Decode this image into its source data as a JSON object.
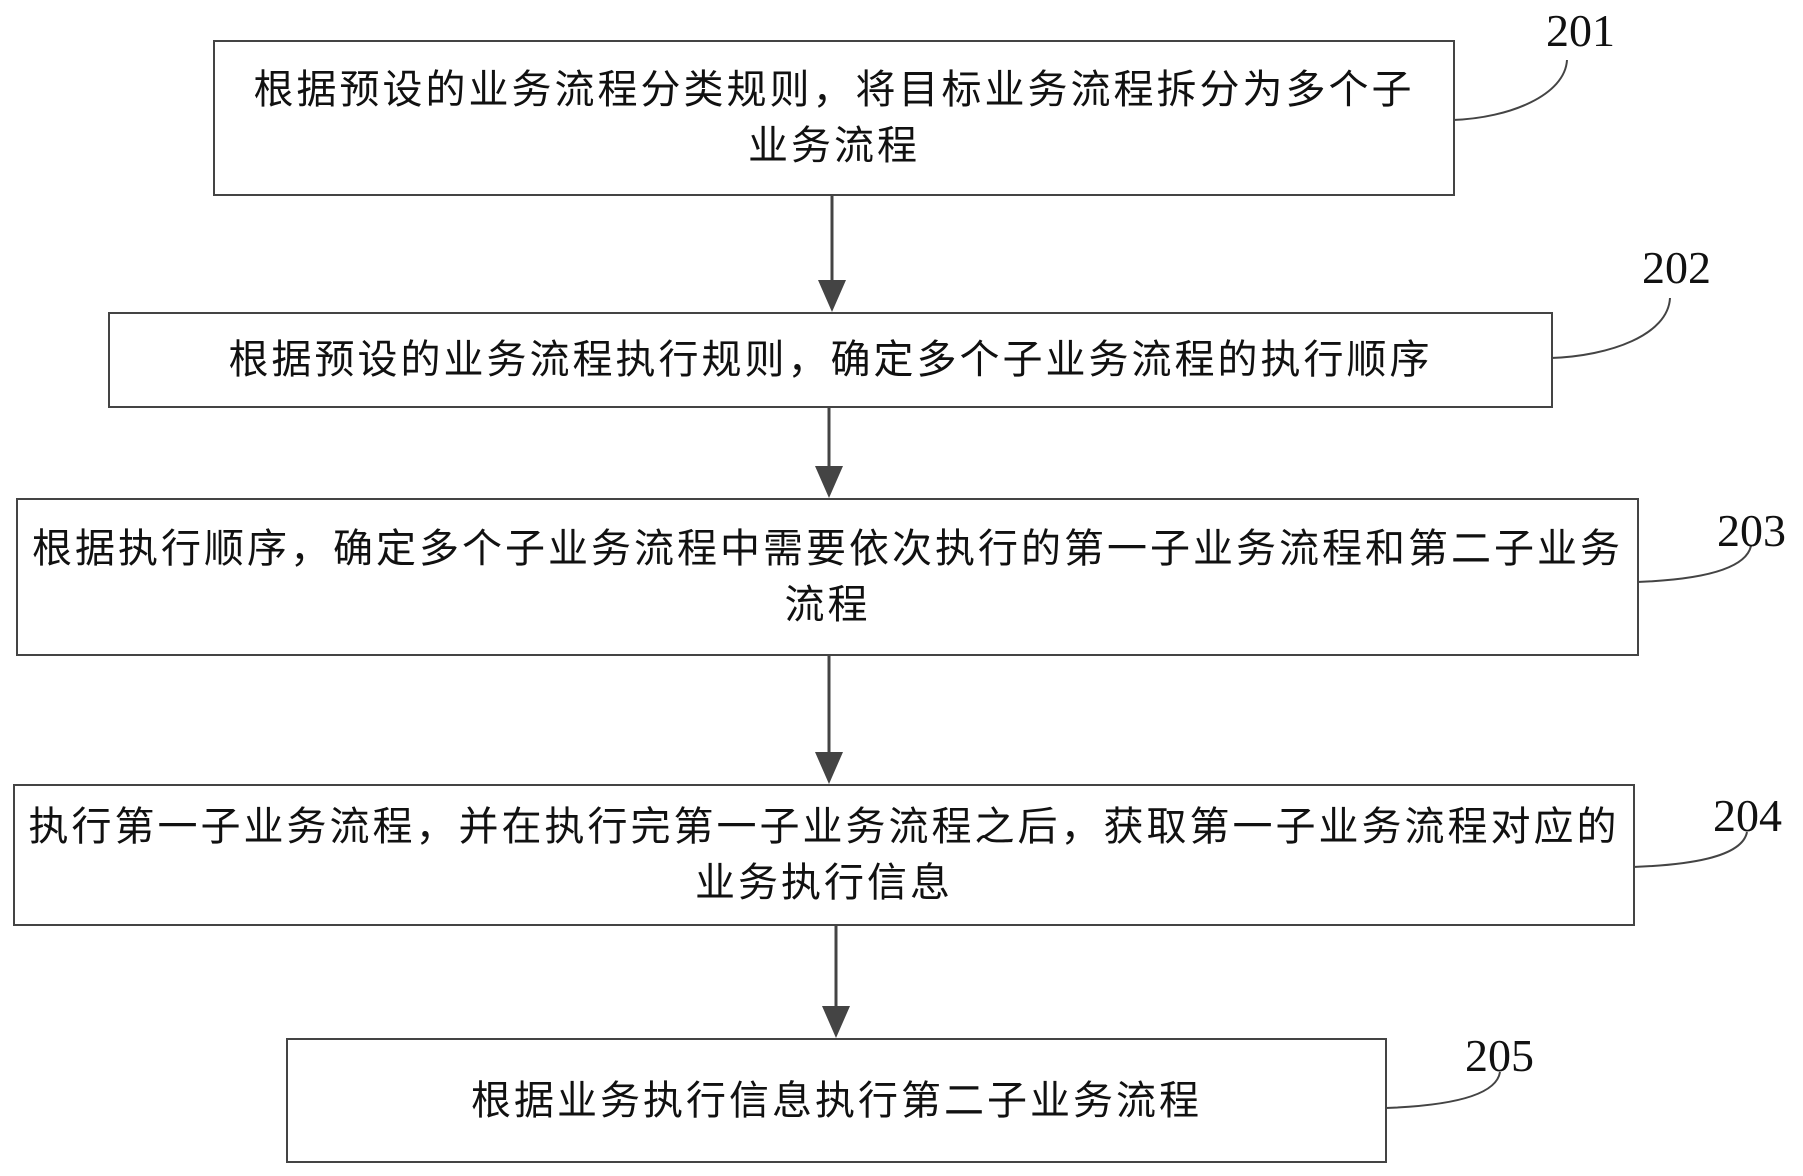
{
  "diagram": {
    "type": "flowchart",
    "steps": [
      {
        "id": "201",
        "text": "根据预设的业务流程分类规则，将目标业务流程拆分为多个子业务流程"
      },
      {
        "id": "202",
        "text": "根据预设的业务流程执行规则，确定多个子业务流程的执行顺序"
      },
      {
        "id": "203",
        "text": "根据执行顺序，确定多个子业务流程中需要依次执行的第一子业务流程和第二子业务流程"
      },
      {
        "id": "204",
        "text": "执行第一子业务流程，并在执行完第一子业务流程之后，获取第一子业务流程对应的业务执行信息"
      },
      {
        "id": "205",
        "text": "根据业务执行信息执行第二子业务流程"
      }
    ],
    "edges": [
      {
        "from": "201",
        "to": "202"
      },
      {
        "from": "202",
        "to": "203"
      },
      {
        "from": "203",
        "to": "204"
      },
      {
        "from": "204",
        "to": "205"
      }
    ],
    "colors": {
      "line": "#444444",
      "text": "#111111",
      "background": "#ffffff"
    }
  }
}
